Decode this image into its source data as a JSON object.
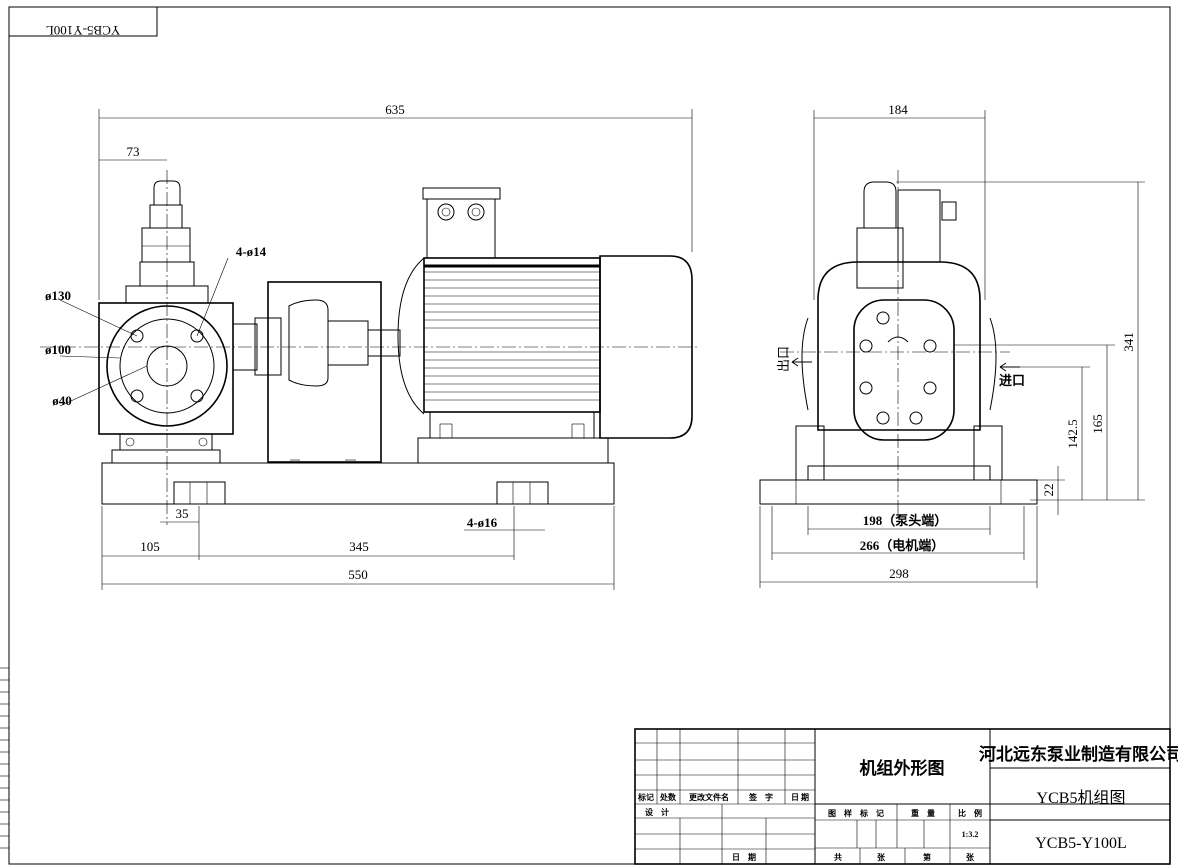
{
  "drawing": {
    "code_stamp": "YCB5-Y100L"
  },
  "front_view": {
    "dims": {
      "overall_length": "635",
      "pump_offset": "73",
      "bolt_holes_flange": "4-ø14",
      "dia_130": "ø130",
      "dia_100": "ø100",
      "dia_40": "ø40",
      "dim_35": "35",
      "base_holes": "4-ø16",
      "dim_105": "105",
      "dim_345": "345",
      "base_length": "550"
    }
  },
  "side_view": {
    "outlet_label": "出口",
    "inlet_label": "进口",
    "dims": {
      "width_top": "184",
      "height_341": "341",
      "height_165": "165",
      "height_142_5": "142.5",
      "height_22": "22",
      "pump_end": "198（泵头端）",
      "motor_end": "266（电机端）",
      "base_width": "298"
    }
  },
  "title_block": {
    "rev_headers": [
      "标记",
      "处数",
      "更改文件名",
      "签　字",
      "日 期"
    ],
    "design_label": "设　计",
    "date_label": "日　期",
    "drawing_title": "机组外形图",
    "spec_headers": [
      "图　样　标　记",
      "重　量",
      "比　例"
    ],
    "scale": "1:3.2",
    "sheet_labels": [
      "共",
      "张",
      "第",
      "张"
    ],
    "company": "河北远东泵业制造有限公司",
    "unit_name": "YCB5机组图",
    "drawing_number": "YCB5-Y100L"
  }
}
